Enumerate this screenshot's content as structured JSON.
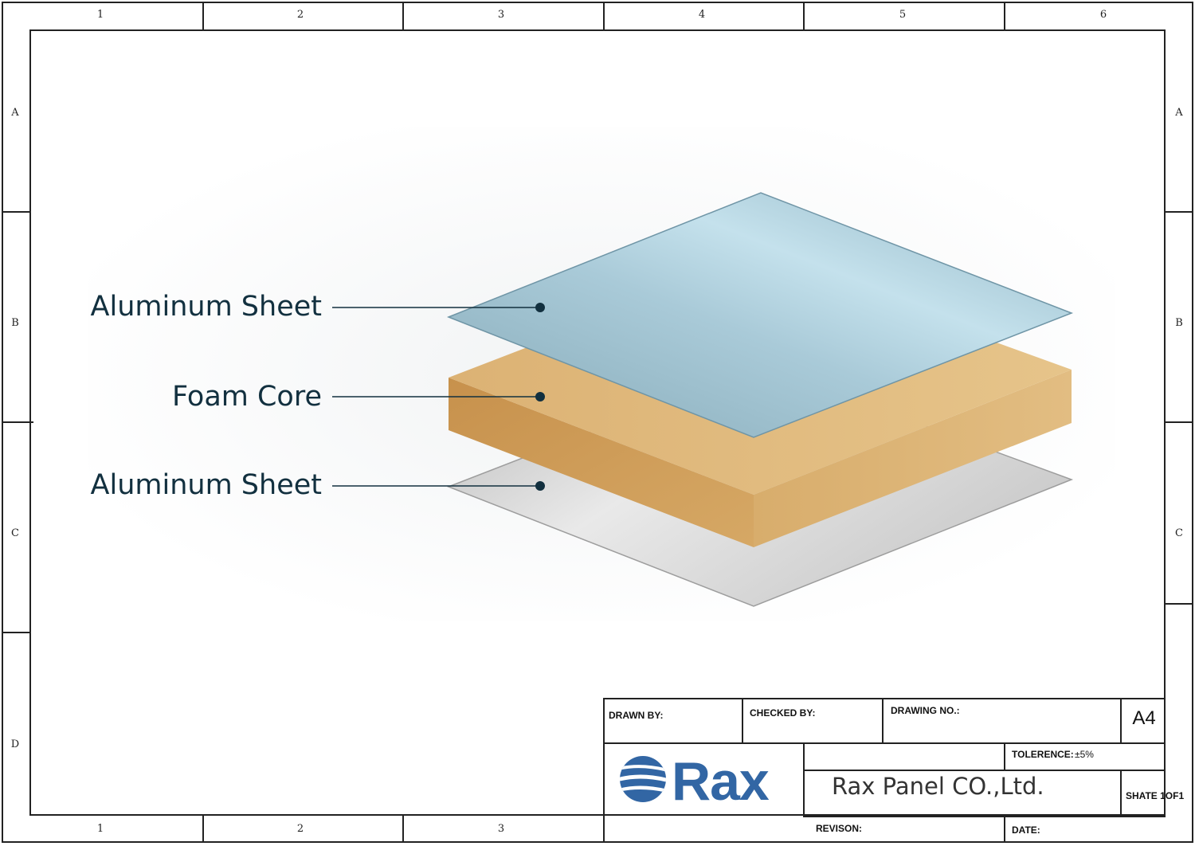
{
  "zones": {
    "columns": [
      "1",
      "2",
      "3",
      "4",
      "5",
      "6"
    ],
    "rows": [
      "A",
      "B",
      "C",
      "D"
    ]
  },
  "layers": [
    {
      "label": "Aluminum Sheet",
      "color": "#9fc6d6"
    },
    {
      "label": "Foam Core",
      "color": "#d9ad6a"
    },
    {
      "label": "Aluminum Sheet",
      "color": "#d4d4d4"
    }
  ],
  "label_color": "#12303f",
  "title_block": {
    "drawn_by": "DRAWN BY:",
    "checked_by": "CHECKED BY:",
    "drawing_no": "DRAWING NO.:",
    "size": "A4",
    "tolerence_label": "TOLERENCE:",
    "tolerence_value": "±5%",
    "company": "Rax Panel CO.,Ltd.",
    "sheet": "SHATE 1OF1",
    "revision": "REVISON:",
    "date": "DATE:"
  },
  "logo": {
    "text": "Rax",
    "color": "#3266a4",
    "icon": "globe-stripes-icon"
  }
}
